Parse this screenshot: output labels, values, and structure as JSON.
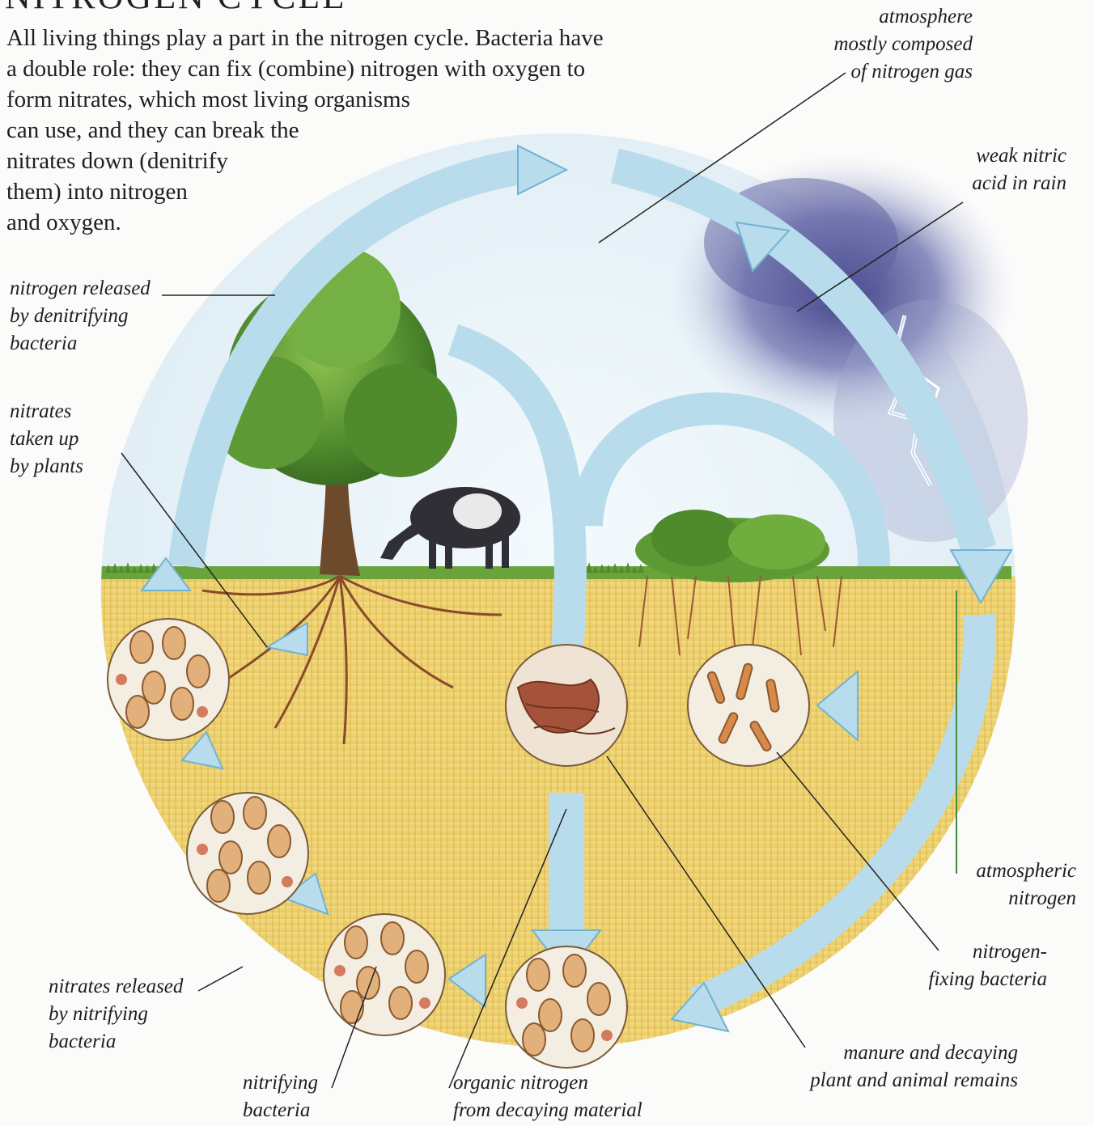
{
  "title": "NITROGEN CYCLE",
  "intro_lines": [
    "All living things play a part in the nitrogen cycle. Bacteria have",
    "a double role: they can fix (combine) nitrogen with oxygen to",
    "form nitrates, which most living organisms",
    "can use, and they can break the",
    "nitrates down (denitrify",
    "them) into nitrogen",
    "and oxygen."
  ],
  "labels": {
    "atmosphere": [
      "atmosphere",
      "mostly composed",
      "of nitrogen gas"
    ],
    "weak_nitric_acid": [
      "weak nitric",
      "acid in rain"
    ],
    "nitrogen_released": [
      "nitrogen released",
      "by denitrifying",
      "bacteria"
    ],
    "nitrates_taken_up": [
      "nitrates",
      "taken up",
      "by plants"
    ],
    "atmospheric_nitrogen": [
      "atmospheric",
      "nitrogen"
    ],
    "nitrogen_fixing_bacteria": [
      "nitrogen-",
      "fixing bacteria"
    ],
    "nitrates_released": [
      "nitrates released",
      "by nitrifying",
      "bacteria"
    ],
    "nitrifying_bacteria": [
      "nitrifying",
      "bacteria"
    ],
    "organic_nitrogen": [
      "organic nitrogen",
      "from decaying material"
    ],
    "manure": [
      "manure and decaying",
      "plant and animal remains"
    ]
  },
  "colors": {
    "arrow_fill": "#b9dcec",
    "arrow_stroke": "#6fb3d3",
    "sky": "#e6f2f8",
    "soil": "#efd37a",
    "grass": "#4f8d2d",
    "foliage": "#5d9a35",
    "trunk": "#6e4a2c",
    "roots": "#8a4a2c",
    "storm": "#5a5a9a",
    "bacteria_fill": "#c98a55",
    "bacteria_dot": "#d47a60",
    "label_text": "#1e1e1e"
  }
}
